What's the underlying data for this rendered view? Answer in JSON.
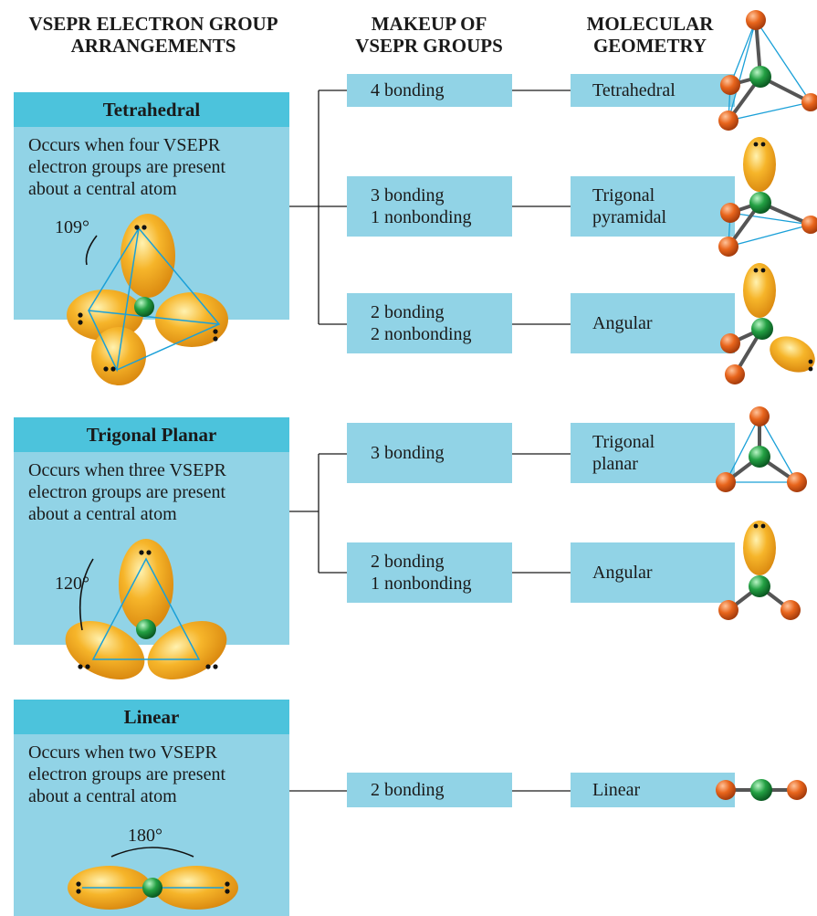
{
  "headers": {
    "arrangements": [
      "VSEPR ELECTRON GROUP",
      "ARRANGEMENTS"
    ],
    "makeup": [
      "MAKEUP OF",
      "VSEPR GROUPS"
    ],
    "geometry": [
      "MOLECULAR",
      "GEOMETRY"
    ]
  },
  "groups": [
    {
      "title": "Tetrahedral",
      "description": [
        "Occurs when four VSEPR",
        "electron groups are present",
        "about a central atom"
      ],
      "angle": "109°",
      "makeups": [
        {
          "lines": [
            "4 bonding"
          ],
          "geometry": [
            "Tetrahedral"
          ]
        },
        {
          "lines": [
            "3 bonding",
            "1 nonbonding"
          ],
          "geometry": [
            "Trigonal",
            "pyramidal"
          ]
        },
        {
          "lines": [
            "2 bonding",
            "2 nonbonding"
          ],
          "geometry": [
            "Angular"
          ]
        }
      ]
    },
    {
      "title": "Trigonal Planar",
      "description": [
        "Occurs when three VSEPR",
        "electron groups are present",
        "about a central atom"
      ],
      "angle": "120°",
      "makeups": [
        {
          "lines": [
            "3 bonding"
          ],
          "geometry": [
            "Trigonal",
            "planar"
          ]
        },
        {
          "lines": [
            "2 bonding",
            "1 nonbonding"
          ],
          "geometry": [
            "Angular"
          ]
        }
      ]
    },
    {
      "title": "Linear",
      "description": [
        "Occurs when two VSEPR",
        "electron groups are present",
        "about a central atom"
      ],
      "angle": "180°",
      "makeups": [
        {
          "lines": [
            "2 bonding"
          ],
          "geometry": [
            "Linear"
          ]
        }
      ]
    }
  ],
  "colors": {
    "box_fill": "#91d3e6",
    "title_fill": "#4cc3dc",
    "lobe": "#f2a81e",
    "outer_atom": "#e0641a",
    "central_atom": "#1f9a3c",
    "edge": "#1aa0d8"
  }
}
